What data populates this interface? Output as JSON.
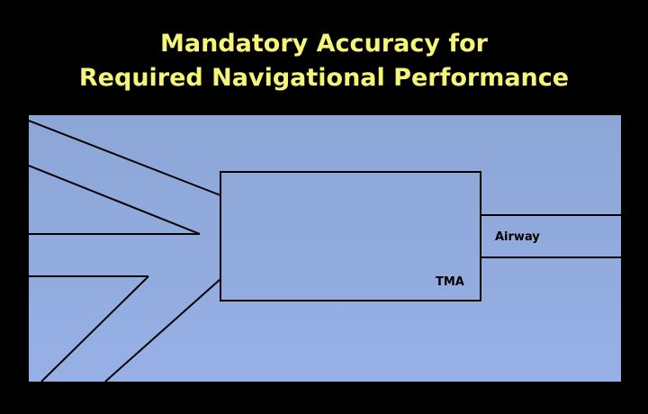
{
  "title": {
    "line1": "Mandatory Accuracy for",
    "line2": "Required Navigational Performance"
  },
  "diagram": {
    "tma_label": "TMA",
    "airway_label": "Airway"
  },
  "colors": {
    "background": "#000000",
    "title": "#f5f57a",
    "panel_top": "#8ca6d6",
    "panel_bottom": "#97b0e6",
    "stroke": "#000000"
  }
}
